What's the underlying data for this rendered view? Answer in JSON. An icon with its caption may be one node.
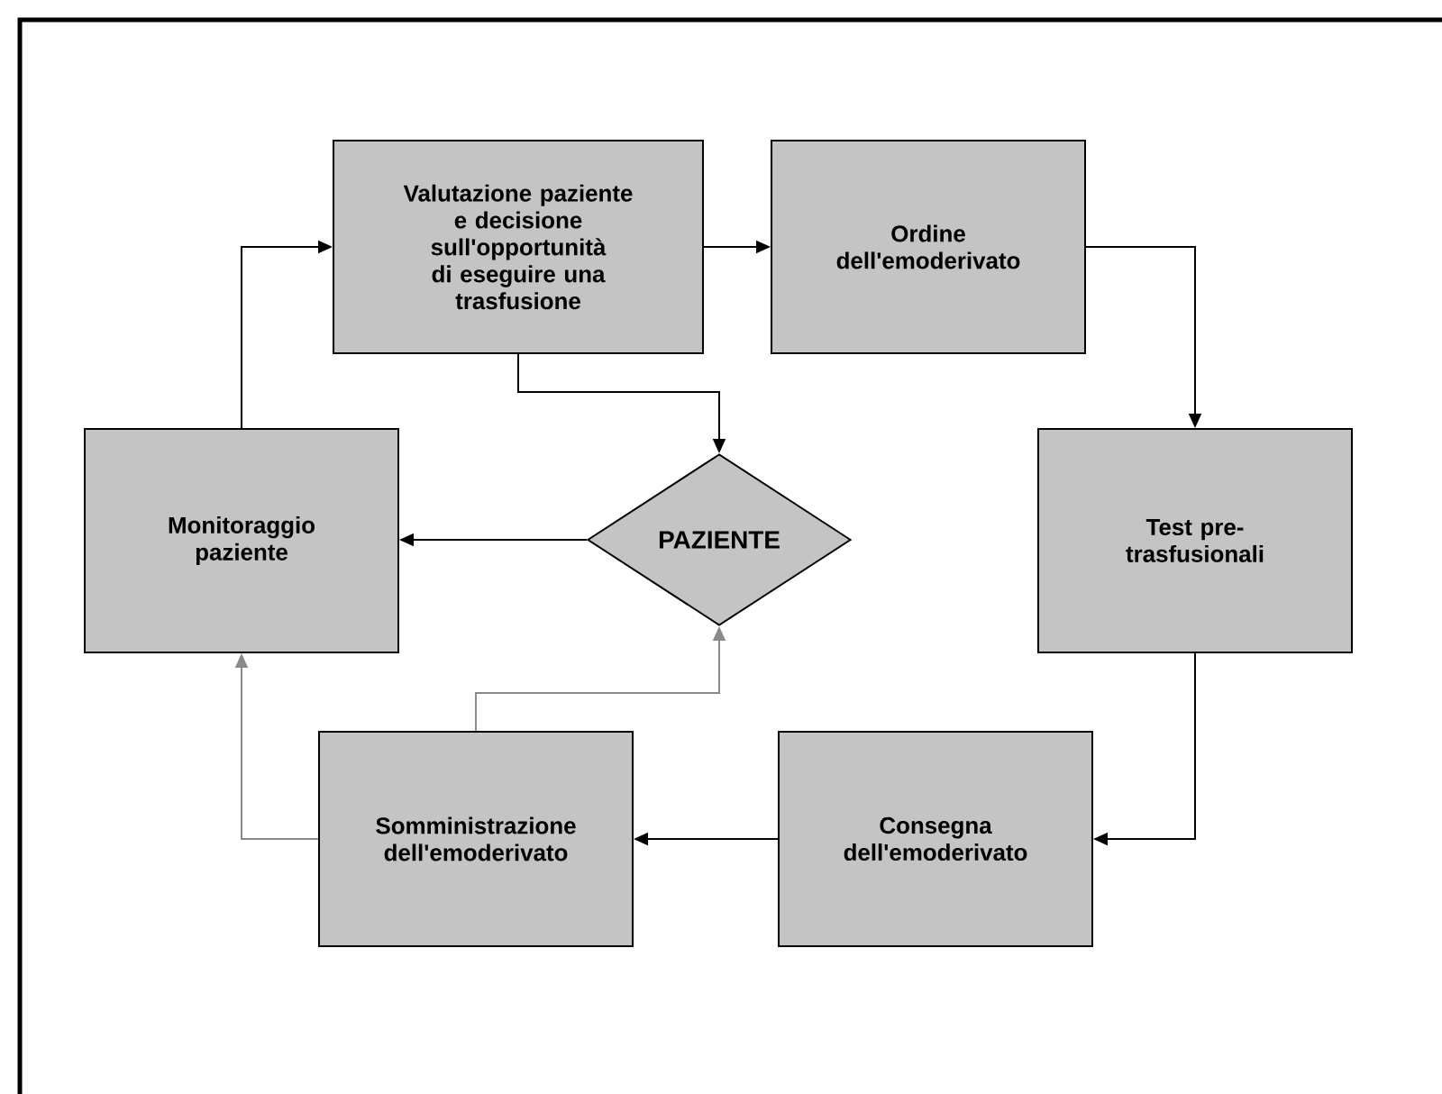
{
  "diagram": {
    "nodes": [
      {
        "text": [
          "Valutazione paziente e decisione sull'opportunità di eseguire una trasfusione"
        ]
      },
      {
        "text": [
          "Ordine dell'emoderivato"
        ]
      },
      {
        "text": [
          "Test pre-trasfusionali"
        ]
      },
      {
        "text": [
          "Consegna dell'emoderivato"
        ]
      },
      {
        "text": [
          "Somministrazione dell'emoderivato"
        ]
      },
      {
        "text": [
          "Monitoraggio paziente"
        ]
      },
      {
        "text": [
          "PAZIENTE"
        ]
      }
    ],
    "edges": [
      {
        "from": 0,
        "to": 1,
        "arrow": "to"
      },
      {
        "from": 1,
        "to": 2,
        "arrow": "to"
      },
      {
        "from": 2,
        "to": 3,
        "arrow": "to"
      },
      {
        "from": 3,
        "to": 4,
        "arrow": "to"
      },
      {
        "from": 4,
        "to": 5,
        "arrow": "to",
        "color": "#8a8a8a"
      },
      {
        "from": 5,
        "to": 0,
        "arrow": "to"
      },
      {
        "from": 0,
        "to": 6,
        "arrow": "to"
      },
      {
        "from": 4,
        "to": 6,
        "arrow": "to",
        "color": "#8a8a8a"
      },
      {
        "from": 6,
        "to": 5,
        "arrow": "to"
      }
    ]
  }
}
